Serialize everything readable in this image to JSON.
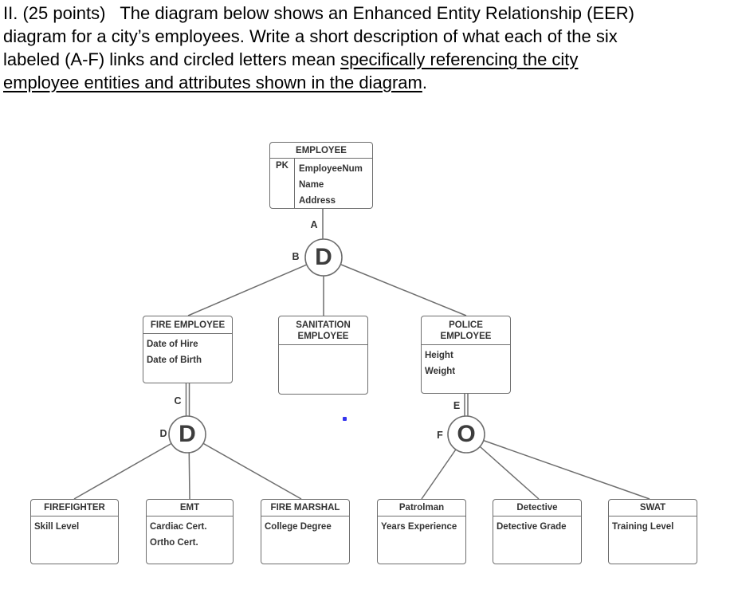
{
  "question": {
    "line1": "II. (25 points)   The diagram below shows an Enhanced Entity Relationship (EER)",
    "line2": "diagram for a city’s employees. Write a short description of what each of the six",
    "line3_normal": "labeled (A-F) links and circled letters mean ",
    "line3_underlined": "specifically referencing the city",
    "line4_underlined": "employee entities and attributes shown in the diagram",
    "line4_after": "."
  },
  "diagram": {
    "entities": {
      "employee": {
        "title": "EMPLOYEE",
        "pk_label": "PK",
        "attrs": [
          "EmployeeNum",
          "Name",
          "Address"
        ]
      },
      "fire_employee": {
        "title": "FIRE EMPLOYEE",
        "attrs": [
          "Date of Hire",
          "Date of Birth"
        ]
      },
      "sanitation_employee": {
        "title_line1": "SANITATION",
        "title_line2": "EMPLOYEE",
        "attrs": []
      },
      "police_employee": {
        "title_line1": "POLICE",
        "title_line2": "EMPLOYEE",
        "attrs": [
          "Height",
          "Weight"
        ]
      },
      "firefighter": {
        "title": "FIREFIGHTER",
        "attrs": [
          "Skill Level"
        ]
      },
      "emt": {
        "title": "EMT",
        "attrs": [
          "Cardiac Cert.",
          "Ortho Cert."
        ]
      },
      "fire_marshal": {
        "title": "FIRE MARSHAL",
        "attrs": [
          "College Degree"
        ]
      },
      "patrolman": {
        "title": "Patrolman",
        "attrs": [
          "Years Experience"
        ]
      },
      "detective": {
        "title": "Detective",
        "attrs": [
          "Detective Grade"
        ]
      },
      "swat": {
        "title": "SWAT",
        "attrs": [
          "Training Level"
        ]
      }
    },
    "link_labels": {
      "a": "A",
      "b": "B",
      "c": "C",
      "d": "D",
      "e": "E",
      "f": "F"
    },
    "circle_letters": {
      "employee_specialization": "D",
      "fire_specialization": "D",
      "police_specialization": "O"
    }
  },
  "colors": {
    "box_border": "#6e6e6e",
    "box_text": "#333333",
    "question_text": "#000000",
    "blue_dot": "#3434ee"
  }
}
